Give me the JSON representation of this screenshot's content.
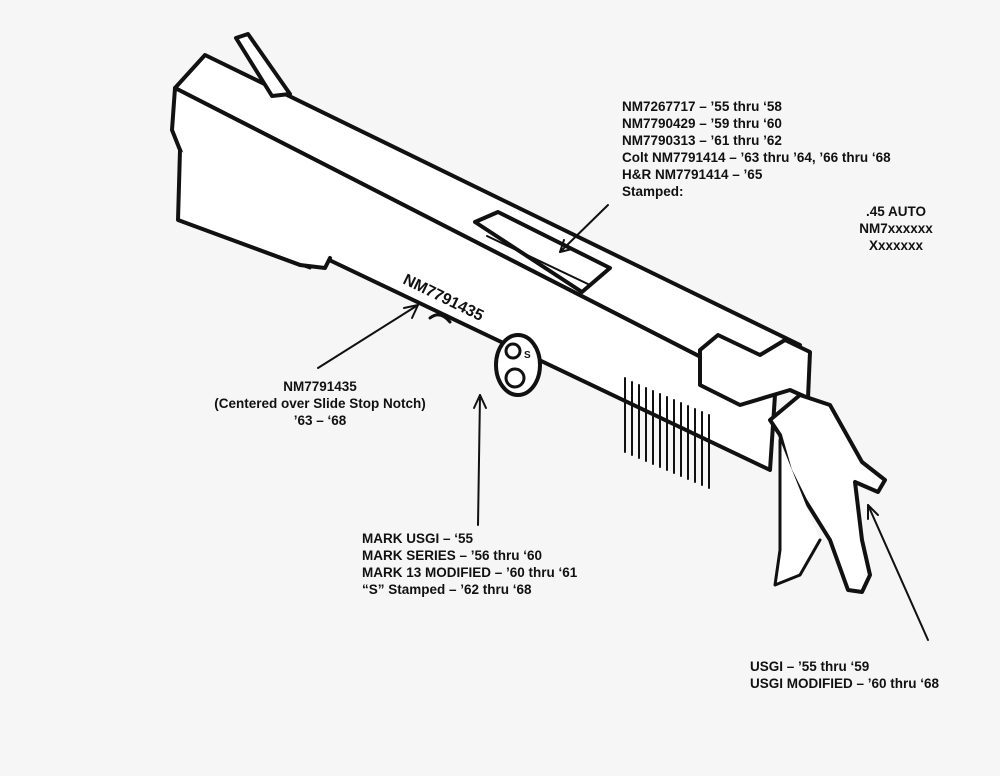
{
  "slide_number_callout": {
    "lines": [
      "NM7267717 – ’55 thru ‘58",
      "NM7790429 – ’59 thru ‘60",
      "NM7790313 – ’61 thru ’62",
      "Colt  NM7791414 – ’63 thru ’64, ’66 thru ‘68",
      "H&R NM7791414 – ’65",
      "Stamped:"
    ]
  },
  "stamp_callout": {
    "lines": [
      ".45 AUTO",
      "NM7xxxxxx",
      "Xxxxxxx"
    ]
  },
  "slide_side_stamp": "NM7791435",
  "slide_stop_callout": {
    "lines": [
      "NM7791435",
      "(Centered over Slide Stop Notch)",
      "’63 – ‘68"
    ]
  },
  "bushing_mark_callout": {
    "lines": [
      "MARK USGI – ‘55",
      "MARK SERIES – ’56 thru ‘60",
      "MARK 13 MODIFIED – ’60 thru ‘61",
      "“S” Stamped – ’62 thru ‘68"
    ]
  },
  "hammer_callout": {
    "lines": [
      "USGI – ’55 thru ‘59",
      "USGI MODIFIED – ’60 thru ‘68"
    ]
  },
  "colors": {
    "ink": "#111111",
    "paper": "#f6f6f6",
    "slide_fill": "#ffffff"
  }
}
